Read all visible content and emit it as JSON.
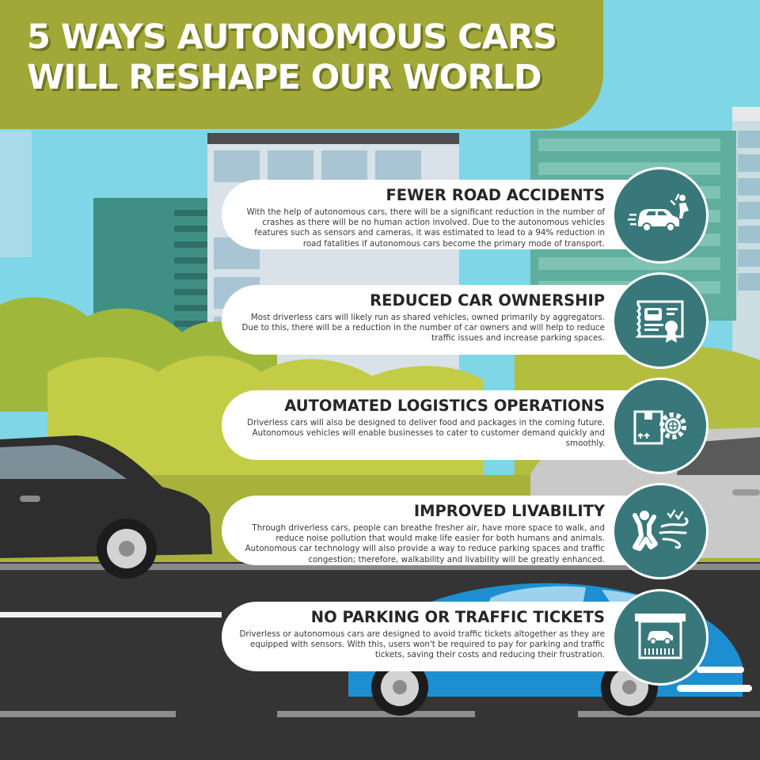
{
  "title": "5 WAYS AUTONOMOUS CARS\nWILL RESHAPE OUR WORLD",
  "colors": {
    "title_panel": "#a2a838",
    "sky": "#7fd6e6",
    "badge": "#39787a",
    "road": "#343434",
    "bush": "#c3cc45",
    "card": "#ffffff"
  },
  "items": [
    {
      "heading": "FEWER ROAD ACCIDENTS",
      "body": "With the help of autonomous cars, there will be a significant reduction in the number of crashes as there will be no human action involved. Due to the autonomous vehicles features such as sensors and cameras, it was  estimated to lead to a 94% reduction in road fatalities if autonomous cars become the primary mode of transport.",
      "icon": "car-hitting-pedestrian-icon"
    },
    {
      "heading": "REDUCED CAR OWNERSHIP",
      "body": "Most driverless cars will likely run as shared vehicles, owned primarily by aggregators. Due to this, there will be a reduction in the number of car owners and will help to reduce traffic issues and increase parking spaces.",
      "icon": "car-ownership-certificate-icon"
    },
    {
      "heading": "AUTOMATED LOGISTICS OPERATIONS",
      "body": "Driverless cars will also be designed to deliver food and packages in the coming future. Autonomous vehicles will enable businesses to cater to customer demand quickly and smoothly.",
      "icon": "package-with-gear-icon"
    },
    {
      "heading": "IMPROVED LIVABILITY",
      "body": "Through driverless cars, people can breathe fresher air, have more space to walk, and reduce noise pollution that would make life easier for both humans and animals. Autonomous car technology will also provide a way to reduce parking spaces and traffic congestion; therefore, walkability and livability will be greatly enhanced.",
      "icon": "person-fresh-air-icon"
    },
    {
      "heading": "NO PARKING OR TRAFFIC TICKETS",
      "body": "Driverless or autonomous cars are designed to avoid traffic tickets altogether as they are equipped with sensors. With this, users won't be required to pay for parking and traffic tickets, saving their costs and reducing their frustration.",
      "icon": "parking-ticket-icon"
    }
  ]
}
